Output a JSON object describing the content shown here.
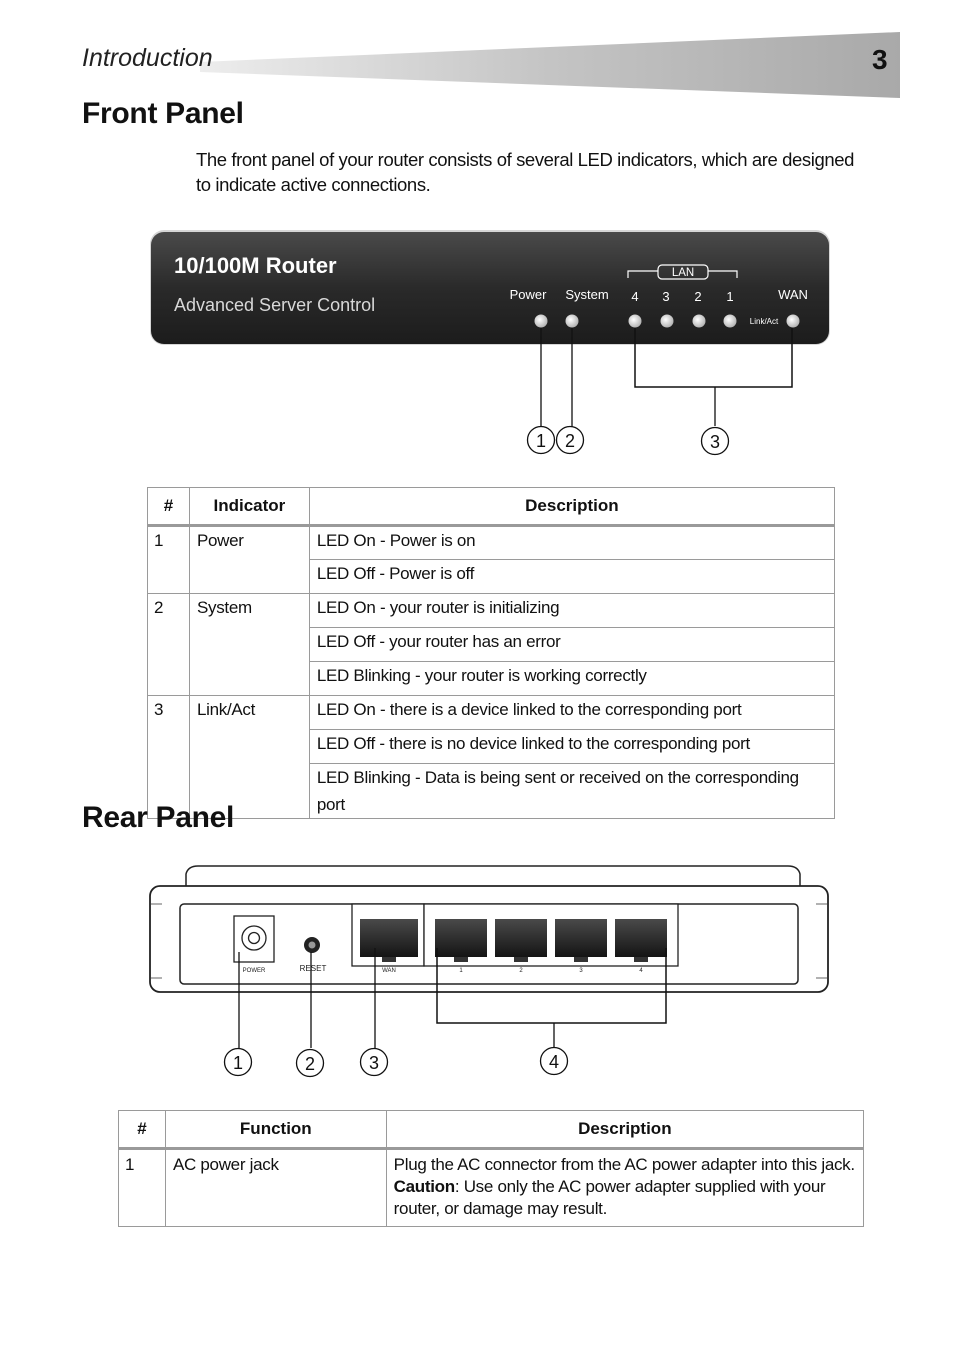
{
  "header": {
    "section": "Introduction",
    "page_number": "3"
  },
  "front_panel": {
    "title": "Front Panel",
    "intro": "The front panel of your router consists of several LED indicators, which are designed to indicate active connections.",
    "device": {
      "model": "10/100M Router",
      "subtitle": "Advanced Server Control",
      "led_power": "Power",
      "led_system": "System",
      "lan_group": "LAN",
      "lan_ports": [
        "4",
        "3",
        "2",
        "1"
      ],
      "wan": "WAN",
      "link_act": "Link/Act"
    },
    "callouts": [
      "1",
      "2",
      "3"
    ],
    "table": {
      "headers": [
        "#",
        "Indicator",
        "Description"
      ],
      "rows": [
        {
          "num": "1",
          "indicator": "Power",
          "descriptions": [
            "LED On - Power is on",
            "LED Off - Power is off"
          ]
        },
        {
          "num": "2",
          "indicator": "System",
          "descriptions": [
            "LED On - your router is initializing",
            "LED Off - your router has an error",
            "LED Blinking - your router is working correctly"
          ]
        },
        {
          "num": "3",
          "indicator": "Link/Act",
          "descriptions": [
            "LED On - there is a device linked to the corresponding port",
            "LED Off - there is no device linked to the corresponding port",
            "LED Blinking - Data is being sent or received on the corresponding port"
          ]
        }
      ]
    }
  },
  "rear_panel": {
    "title": "Rear Panel",
    "device": {
      "power_label": "POWER",
      "reset_label": "RESET",
      "wan_label": "WAN",
      "lan_ports": [
        "1",
        "2",
        "3",
        "4"
      ]
    },
    "callouts": [
      "1",
      "2",
      "3",
      "4"
    ],
    "table": {
      "headers": [
        "#",
        "Function",
        "Description"
      ],
      "rows": [
        {
          "num": "1",
          "function": "AC power jack",
          "description_lines": [
            "Plug the AC connector from the AC power adapter into this jack."
          ],
          "caution_label": "Caution",
          "caution_text": ": Use only the AC power adapter supplied with your router, or damage may result."
        }
      ]
    }
  }
}
